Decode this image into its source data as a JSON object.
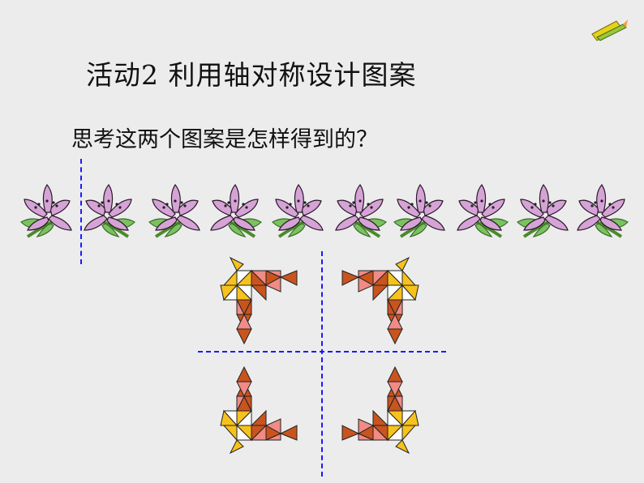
{
  "title": "活动2  利用轴对称设计图案",
  "question": "思考这两个图案是怎样得到的？",
  "flowers": {
    "count": 10,
    "petal_color": "#d6a3d6",
    "leaf_color": "#7ac25f"
  },
  "corners": [
    "top-left",
    "top-right",
    "bottom-left",
    "bottom-right"
  ],
  "colors": {
    "axis": "#1a1aff",
    "tile_brown": "#c9541d",
    "tile_pink": "#f08b85",
    "tile_yellow": "#f7c21c"
  },
  "logo_icon": "pencil-ruler-icon"
}
